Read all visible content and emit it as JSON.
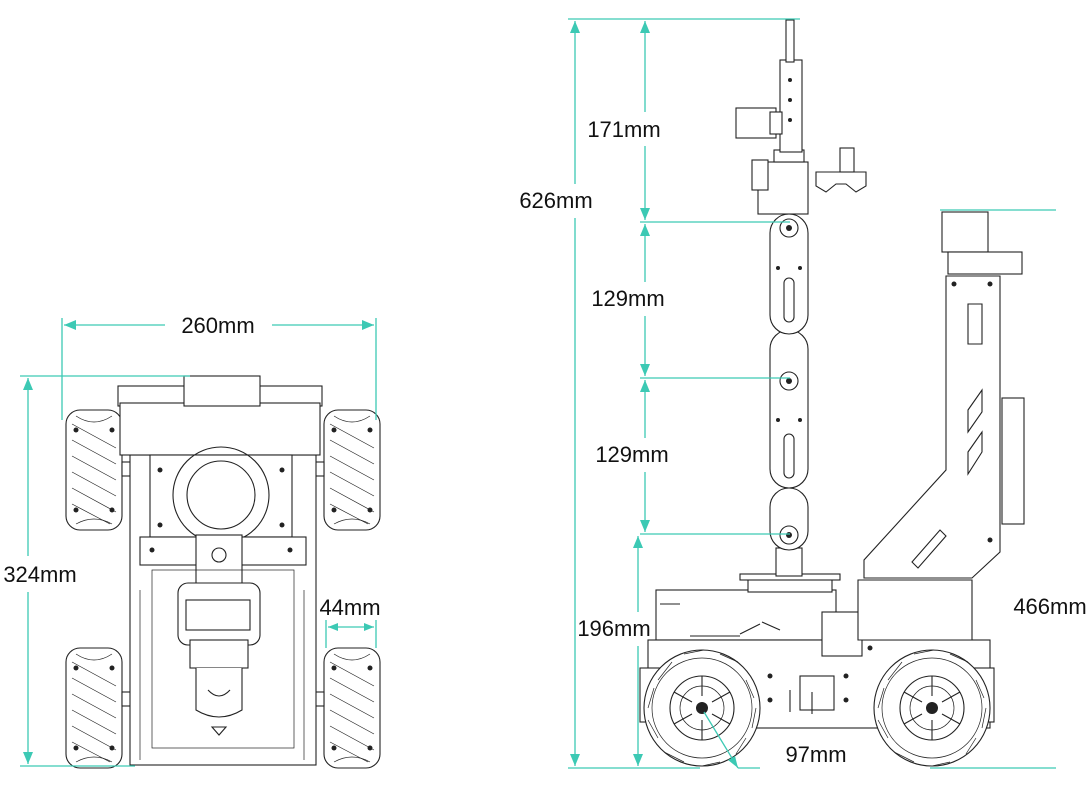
{
  "colors": {
    "dimension": "#3cc9b4",
    "outline": "#222222",
    "text": "#111111"
  },
  "top_view": {
    "width_label": "260mm",
    "length_label": "324mm",
    "wheel_width_label": "44mm"
  },
  "side_view": {
    "total_height_label": "626mm",
    "seg_top_label": "171mm",
    "seg_upper_label": "129mm",
    "seg_lower_label": "129mm",
    "base_height_label": "196mm",
    "camera_height_label": "466mm",
    "wheel_diameter_label": "97mm"
  }
}
